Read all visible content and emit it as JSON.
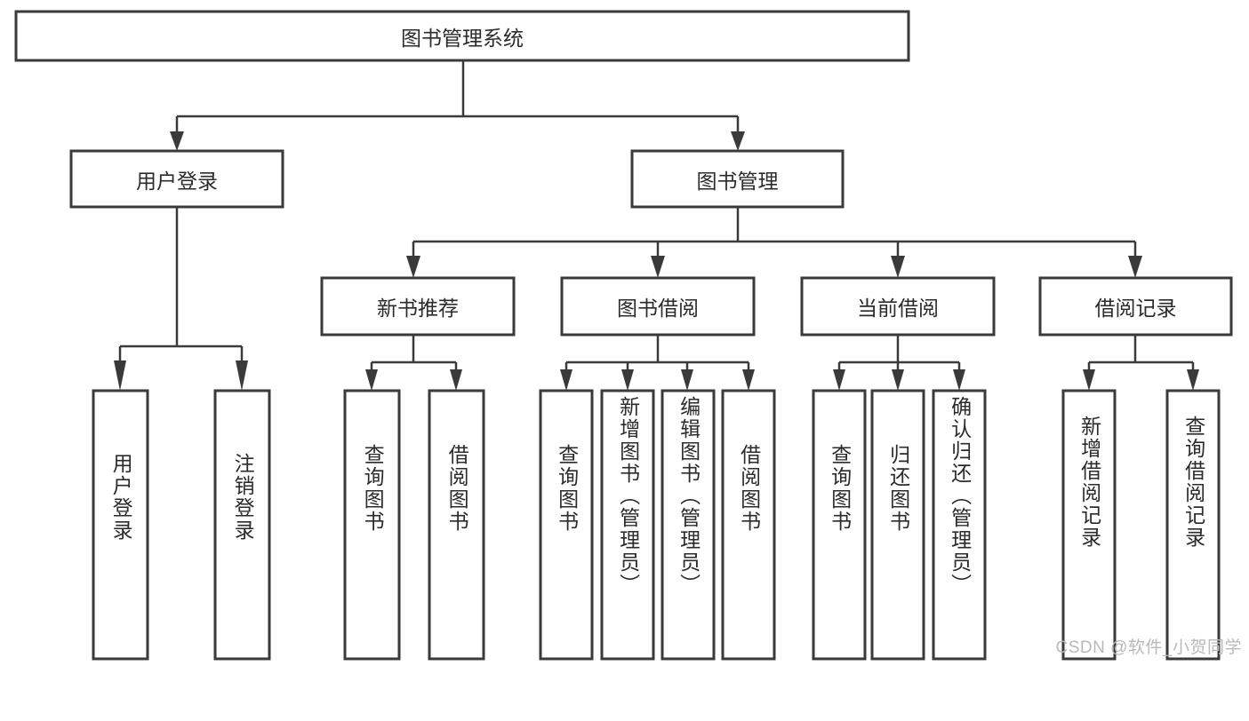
{
  "diagram": {
    "type": "tree-hierarchy-chart",
    "title_node": {
      "id": "root",
      "label": "图书管理系统"
    },
    "level2": [
      {
        "id": "user-login",
        "label": "用户登录"
      },
      {
        "id": "book-management",
        "label": "图书管理"
      }
    ],
    "level3": [
      {
        "id": "new-book-recommend",
        "label": "新书推荐",
        "parent": "book-management"
      },
      {
        "id": "book-borrow",
        "label": "图书借阅",
        "parent": "book-management"
      },
      {
        "id": "current-borrow",
        "label": "当前借阅",
        "parent": "book-management"
      },
      {
        "id": "borrow-record",
        "label": "借阅记录",
        "parent": "book-management"
      }
    ],
    "leaves": [
      {
        "id": "leaf-user-login",
        "label": "用户登录",
        "parent": "user-login"
      },
      {
        "id": "leaf-logout-login",
        "label": "注销登录",
        "parent": "user-login"
      },
      {
        "id": "leaf-query-book-1",
        "label": "查询图书",
        "parent": "new-book-recommend"
      },
      {
        "id": "leaf-borrow-book-1",
        "label": "借阅图书",
        "parent": "new-book-recommend"
      },
      {
        "id": "leaf-query-book-2",
        "label": "查询图书",
        "parent": "book-borrow"
      },
      {
        "id": "leaf-add-book",
        "label": "新增图书（管理员）",
        "parent": "book-borrow"
      },
      {
        "id": "leaf-edit-book",
        "label": "编辑图书（管理员）",
        "parent": "book-borrow"
      },
      {
        "id": "leaf-borrow-book-2",
        "label": "借阅图书",
        "parent": "book-borrow"
      },
      {
        "id": "leaf-query-book-3",
        "label": "查询图书",
        "parent": "current-borrow"
      },
      {
        "id": "leaf-return-book",
        "label": "归还图书",
        "parent": "current-borrow"
      },
      {
        "id": "leaf-confirm-return",
        "label": "确认归还（管理员）",
        "parent": "current-borrow"
      },
      {
        "id": "leaf-add-record",
        "label": "新增借阅记录",
        "parent": "borrow-record"
      },
      {
        "id": "leaf-query-record",
        "label": "查询借阅记录",
        "parent": "borrow-record"
      }
    ],
    "colors": {
      "stroke": "#3a3a3a",
      "fill": "#ffffff",
      "text": "#2b2b2b",
      "watermark": "#b9b9b9"
    }
  },
  "watermark": {
    "text": "CSDN @软件_小贺同学"
  }
}
